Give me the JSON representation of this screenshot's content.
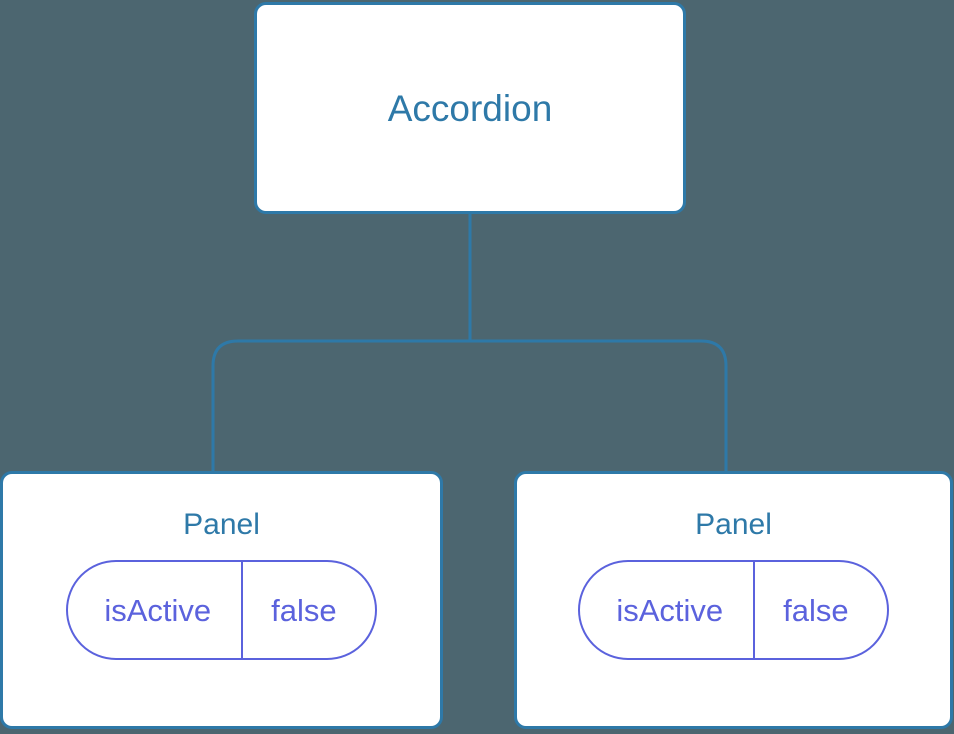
{
  "diagram": {
    "title": "component-tree",
    "background_color": "#4c6670",
    "node_border_color": "#2e79a8",
    "node_fill_color": "#ffffff",
    "node_text_color": "#2e79a8",
    "edge_color": "#2e79a8",
    "state_color": "#5b62dd",
    "root": {
      "label": "Accordion"
    },
    "children": [
      {
        "label": "Panel",
        "state": {
          "key": "isActive",
          "value": "false"
        }
      },
      {
        "label": "Panel",
        "state": {
          "key": "isActive",
          "value": "false"
        }
      }
    ]
  }
}
